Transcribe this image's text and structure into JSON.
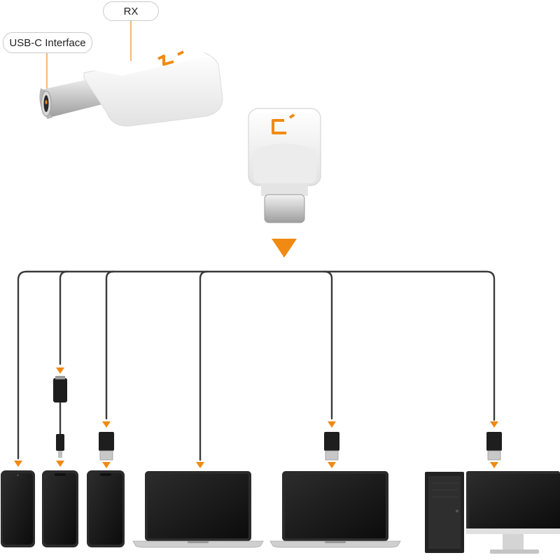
{
  "callouts": {
    "rx": "RX",
    "usb_c_interface": "USB-C Interface"
  },
  "colors": {
    "accent": "#f08a12",
    "cable": "#3a3a3a",
    "adapter_body": "#f4f4f4",
    "device_frame": "#2b2b2b",
    "screen": "#1a1a1a"
  },
  "devices": [
    {
      "name": "phone"
    },
    {
      "name": "phone-lightning"
    },
    {
      "name": "phone-usb"
    },
    {
      "name": "laptop"
    },
    {
      "name": "laptop-usb"
    },
    {
      "name": "desktop-computer"
    }
  ]
}
